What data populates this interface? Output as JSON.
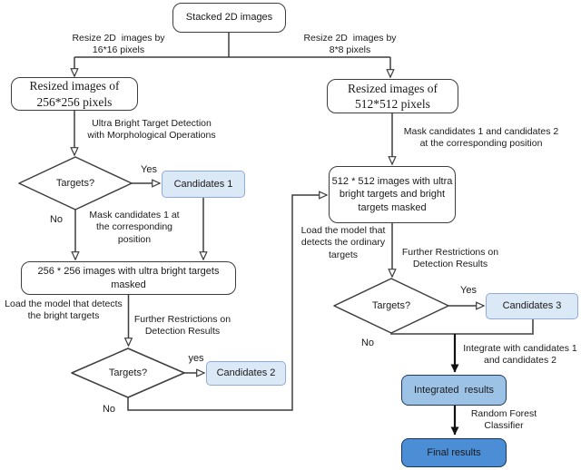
{
  "nodes": {
    "stacked": "Stacked 2D images",
    "resized256": "Resized images of\n256*256 pixels",
    "resized512": "Resized images of\n512*512 pixels",
    "decision1": "Targets?",
    "candidates1": "Candidates 1",
    "masked256": "256 * 256 images with ultra bright targets\nmasked",
    "decision2": "Targets?",
    "candidates2": "Candidates 2",
    "masked512": "512 * 512 images with ultra\nbright targets and bright\ntargets masked",
    "decision3": "Targets?",
    "candidates3": "Candidates 3",
    "integrated": "Integrated  results",
    "final": "Final results"
  },
  "edge_labels": {
    "resize16": "Resize 2D  images by\n16*16 pixels",
    "resize8": "Resize 2D  images by\n8*8 pixels",
    "ultra_bright": "Ultra Bright Target Detection\nwith Morphological Operations",
    "yes1": "Yes",
    "no1": "No",
    "mask1": "Mask candidates 1 at\nthe corresponding\nposition",
    "load_bright": "Load the model that detects\nthe bright targets",
    "further1": "Further Restrictions on\nDetection Results",
    "yes2": "yes",
    "no2": "No",
    "mask2": "Mask candidates 1 and candidates 2\nat the corresponding position",
    "load_ordinary": "Load the model that\ndetects the ordinary\ntargets",
    "further2": "Further Restrictions on\nDetection Results",
    "yes3": "Yes",
    "no3": "No",
    "integrate": "Integrate with candidates 1\nand candidates 2",
    "random_forest": "Random Forest\nClassifier"
  },
  "colors": {
    "candidate_fill": "#dbe8f6",
    "candidate_border": "#8faadc",
    "integrated_fill": "#9cc3e5",
    "final_fill": "#4b8ed5",
    "dark_border": "#1e3a5f",
    "line": "#3d3d3d",
    "junction_line": "#595959"
  }
}
